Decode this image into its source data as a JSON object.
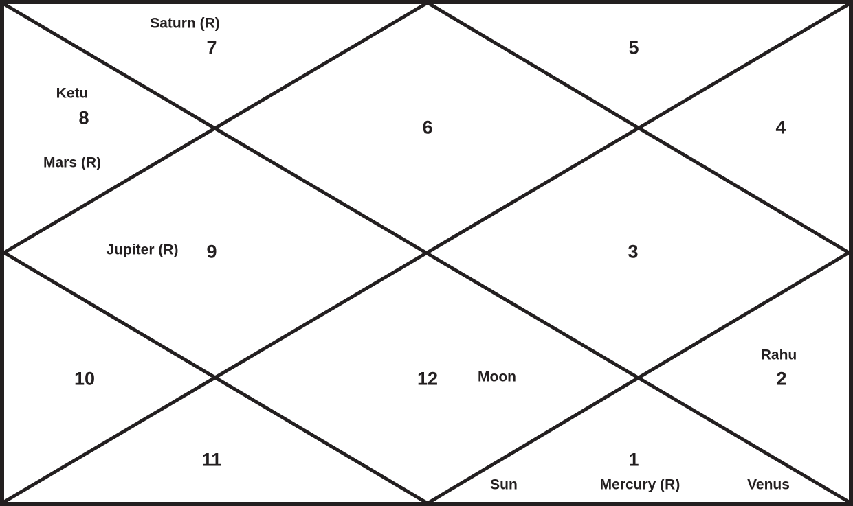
{
  "colors": {
    "line": "#231f20",
    "text": "#231f20",
    "background": "#ffffff"
  },
  "houses": [
    {
      "number": "1",
      "planets": [
        "Sun",
        "Mercury (R)",
        "Venus"
      ]
    },
    {
      "number": "2",
      "planets": [
        "Rahu"
      ]
    },
    {
      "number": "3",
      "planets": []
    },
    {
      "number": "4",
      "planets": []
    },
    {
      "number": "5",
      "planets": []
    },
    {
      "number": "6",
      "planets": []
    },
    {
      "number": "7",
      "planets": [
        "Saturn (R)"
      ]
    },
    {
      "number": "8",
      "planets": [
        "Ketu",
        "Mars (R)"
      ]
    },
    {
      "number": "9",
      "planets": [
        "Jupiter (R)"
      ]
    },
    {
      "number": "10",
      "planets": []
    },
    {
      "number": "11",
      "planets": []
    },
    {
      "number": "12",
      "planets": [
        "Moon"
      ]
    }
  ]
}
